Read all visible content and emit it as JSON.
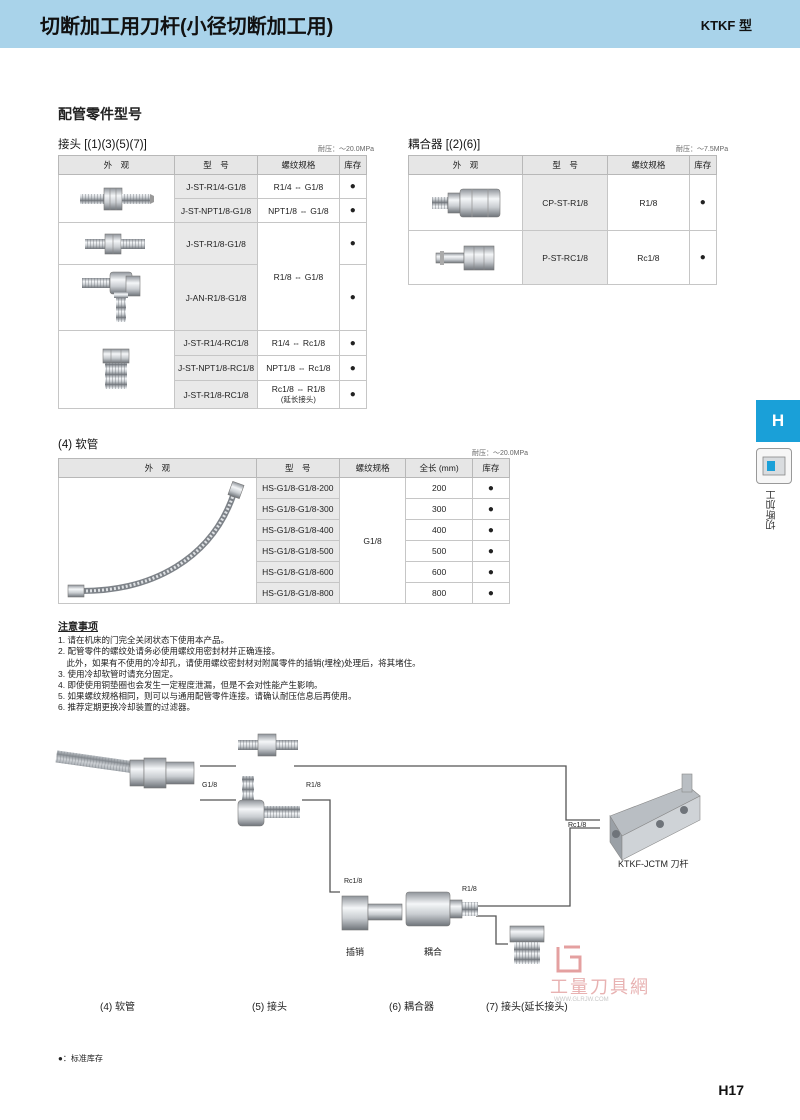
{
  "header": {
    "title": "切断加工用刀杆(小径切断加工用)",
    "model": "KTKF 型"
  },
  "section_title": "配管零件型号",
  "joints": {
    "title": "接头 [(1)(3)(5)(7)]",
    "pressure": "耐压：～20.0MPa",
    "headers": [
      "外　观",
      "型　号",
      "螺纹规格",
      "库存"
    ],
    "rows": [
      {
        "model": "J-ST-R1/4-G1/8",
        "thread": "R1/4 ⇔ G1/8",
        "stock": "●"
      },
      {
        "model": "J-ST-NPT1/8-G1/8",
        "thread": "NPT1/8 ⇔ G1/8",
        "stock": "●"
      },
      {
        "model": "J-ST-R1/8-G1/8",
        "stock": "●"
      },
      {
        "model": "J-AN-R1/8-G1/8",
        "stock": "●"
      },
      {
        "model": "J-ST-R1/4-RC1/8",
        "thread": "R1/4 ⇔ Rc1/8",
        "stock": "●"
      },
      {
        "model": "J-ST-NPT1/8-RC1/8",
        "thread": "NPT1/8 ⇔ Rc1/8",
        "stock": "●"
      },
      {
        "model": "J-ST-R1/8-RC1/8",
        "thread": "Rc1/8 ⇔ R1/8",
        "thread2": "(延长接头)",
        "stock": "●"
      }
    ],
    "merged_thread": "R1/8 ⇔ G1/8"
  },
  "couplers": {
    "title": "耦合器 [(2)(6)]",
    "pressure": "耐压：～7.5MPa",
    "headers": [
      "外　观",
      "型　号",
      "螺纹规格",
      "库存"
    ],
    "rows": [
      {
        "model": "CP-ST-R1/8",
        "thread": "R1/8",
        "stock": "●"
      },
      {
        "model": "P-ST-RC1/8",
        "thread": "Rc1/8",
        "stock": "●"
      }
    ]
  },
  "hose": {
    "title": "(4) 软管",
    "pressure": "耐压：～20.0MPa",
    "headers": [
      "外　观",
      "型　号",
      "螺纹规格",
      "全长 (mm)",
      "库存"
    ],
    "thread": "G1/8",
    "rows": [
      {
        "model": "HS-G1/8-G1/8-200",
        "length": "200",
        "stock": "●"
      },
      {
        "model": "HS-G1/8-G1/8-300",
        "length": "300",
        "stock": "●"
      },
      {
        "model": "HS-G1/8-G1/8-400",
        "length": "400",
        "stock": "●"
      },
      {
        "model": "HS-G1/8-G1/8-500",
        "length": "500",
        "stock": "●"
      },
      {
        "model": "HS-G1/8-G1/8-600",
        "length": "600",
        "stock": "●"
      },
      {
        "model": "HS-G1/8-G1/8-800",
        "length": "800",
        "stock": "●"
      }
    ]
  },
  "notes": {
    "title": "注意事项",
    "items": [
      "1. 请在机床的门完全关闭状态下使用本产品。",
      "2. 配管零件的螺纹处请务必使用螺纹用密封材并正确连接。",
      "　此外，如果有不使用的冷却孔，请使用螺纹密封材对附属零件的插销(埋栓)处理后，将其堵住。",
      "3. 使用冷却软管时请充分固定。",
      "4. 即使使用铜垫圈也会发生一定程度泄漏，但是不会对性能产生影响。",
      "5. 如果螺纹规格相同，则可以与通用配管零件连接。请确认耐压信息后再使用。",
      "6. 推荐定期更换冷却装置的过滤器。"
    ]
  },
  "diagram": {
    "labels": {
      "g18": "G1/8",
      "r18_a": "R1/8",
      "rc18_right": "Rc1/8",
      "rc18_plug": "Rc1/8",
      "r18_coupler": "R1/8",
      "holder": "KTKF-JCTM 刀杆",
      "plug": "插销",
      "coupler": "耦合"
    },
    "captions": [
      "(4) 软管",
      "(5) 接头",
      "(6) 耦合器",
      "(7) 接头(延长接头)"
    ]
  },
  "side_tab": {
    "letter": "H",
    "text": "切断加工"
  },
  "watermark": {
    "name": "工量刀具網",
    "url": "WWW.GLRJW.COM"
  },
  "legend": "●：标准库存",
  "page_number": "H17",
  "colors": {
    "header_bg": "#a9d3ea",
    "tab_bg": "#1aa0d8"
  }
}
